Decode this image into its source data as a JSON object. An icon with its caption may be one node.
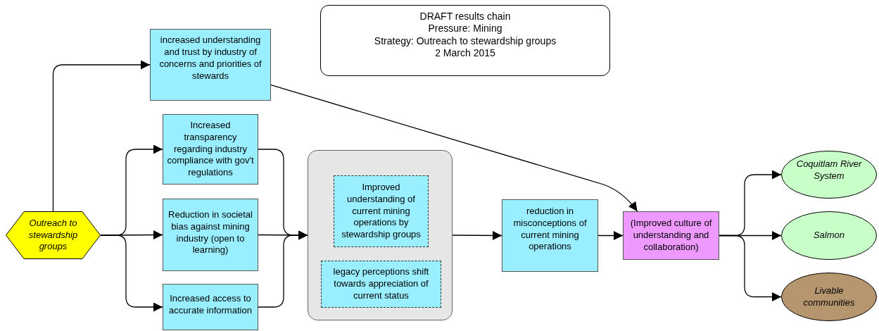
{
  "diagram": {
    "nodes": [
      {
        "text": [
          "DRAFT results chain",
          "Pressure: Mining",
          "Strategy: Outreach to stewardship groups",
          "2 March 2015"
        ]
      },
      {
        "text": [
          "increased understanding and trust by industry of concerns and priorities of stewards"
        ]
      },
      {
        "text": [
          "Increased transparency regarding industry compliance with gov't regulations"
        ]
      },
      {
        "text": [
          "Outreach to stewardship groups"
        ]
      },
      {
        "text": [
          "Reduction in societal bias against mining industry (open to learning)"
        ]
      },
      {
        "text": [],
        "shape": "box"
      },
      {
        "text": [
          "Improved understanding of current mining operations by stewardship groups"
        ],
        "in": 5
      },
      {
        "text": [
          "legacy perceptions shift towards appreciation of current status"
        ],
        "in": 5
      },
      {
        "text": [
          "Increased access to accurate information"
        ]
      },
      {
        "text": [
          "reduction in misconceptions of current mining operations"
        ]
      },
      {
        "text": [
          "(Improved culture of understanding and collaboration)"
        ]
      },
      {
        "text": [
          "Coquitlam River System"
        ]
      },
      {
        "text": [
          "Salmon"
        ]
      },
      {
        "text": [
          "Livable communities"
        ]
      }
    ],
    "edges": [
      {
        "from": 3,
        "to": 1,
        "arrow": "to"
      },
      {
        "from": 3,
        "to": 2,
        "arrow": "to"
      },
      {
        "from": 3,
        "to": 4,
        "arrow": "to"
      },
      {
        "from": 3,
        "to": 8,
        "arrow": "to"
      },
      {
        "from": 2,
        "to": 5,
        "arrow": "to"
      },
      {
        "from": 4,
        "to": 5,
        "arrow": "to"
      },
      {
        "from": 8,
        "to": 5,
        "arrow": "to"
      },
      {
        "from": 5,
        "to": 9,
        "arrow": "to"
      },
      {
        "from": 9,
        "to": 10,
        "arrow": "to"
      },
      {
        "from": 1,
        "to": 10,
        "arrow": "to"
      },
      {
        "from": 10,
        "to": 11,
        "arrow": "to"
      },
      {
        "from": 10,
        "to": 12,
        "arrow": "to"
      },
      {
        "from": 10,
        "to": 13,
        "arrow": "to"
      }
    ]
  }
}
